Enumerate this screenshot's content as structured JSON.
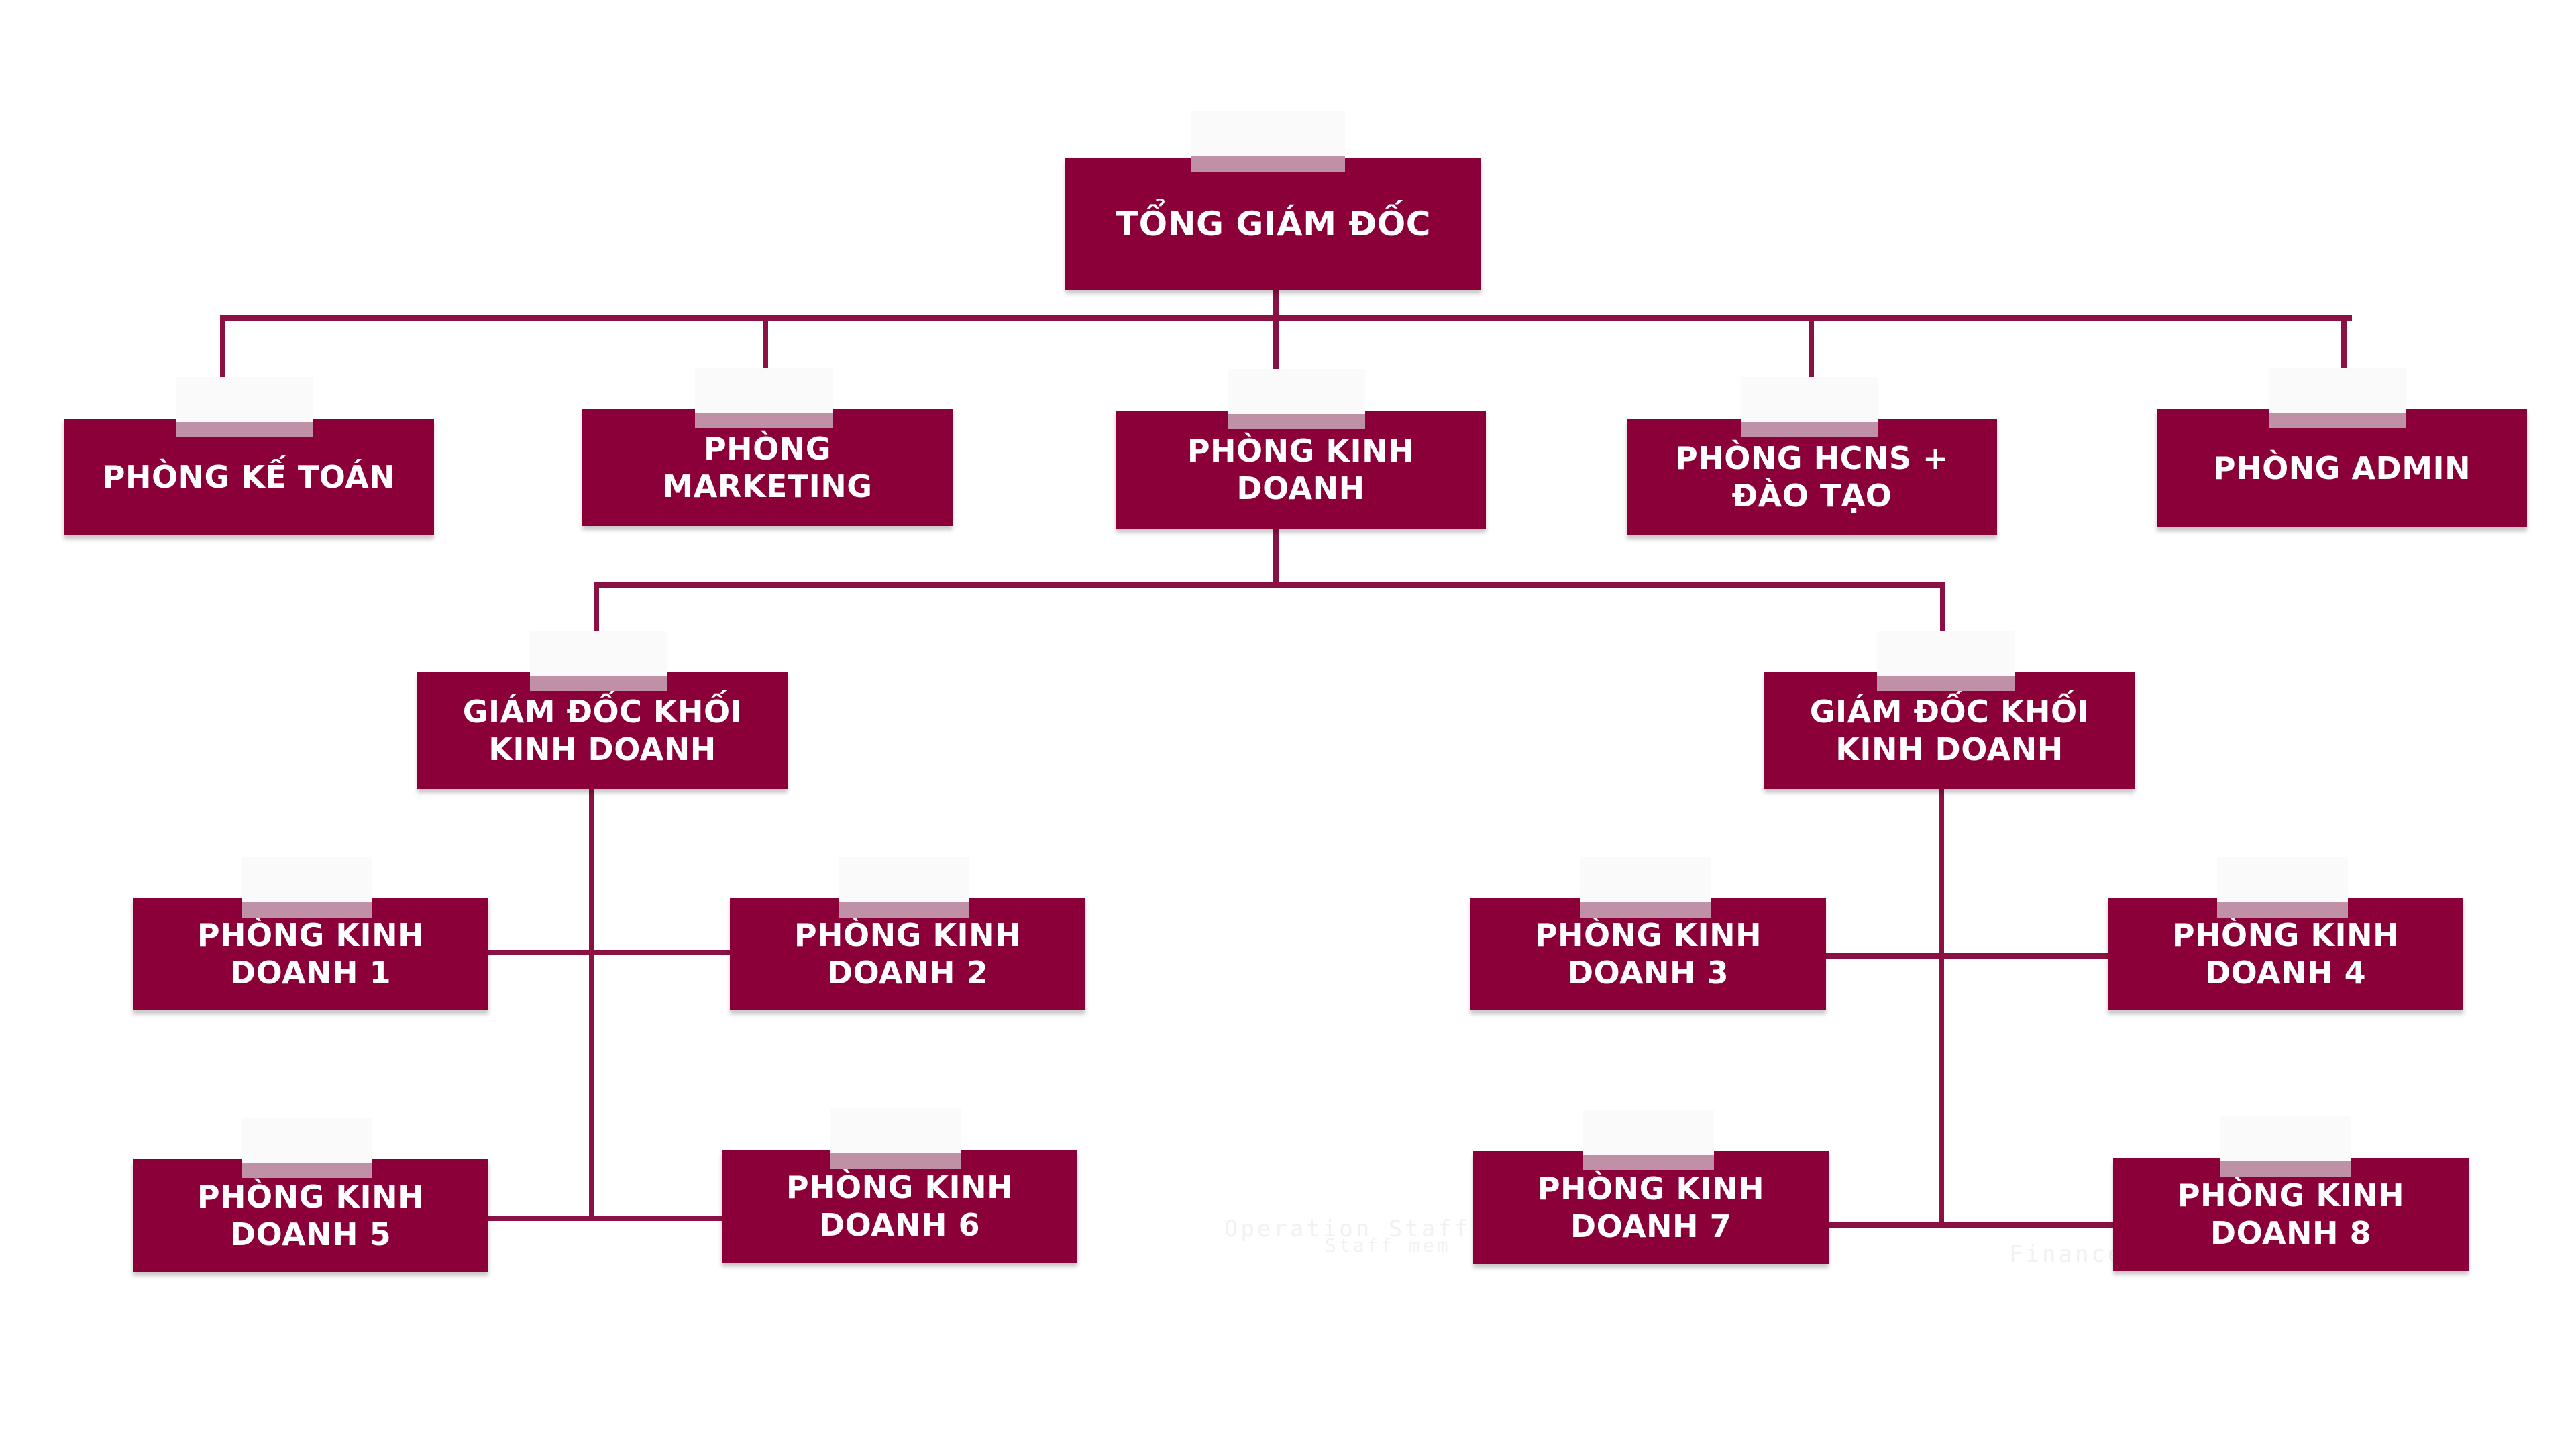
{
  "colors": {
    "box_fill": "#8b0038",
    "connector": "#8b1144",
    "tape_top": "#fafafa",
    "tape_band": "#c090a6"
  },
  "nodes": {
    "ceo": "TỔNG GIÁM ĐỐC",
    "accounting": "PHÒNG KẾ TOÁN",
    "marketing": "PHÒNG\nMARKETING",
    "sales": "PHÒNG KINH\nDOANH",
    "hr_training": "PHÒNG HCNS +\nĐÀO TẠO",
    "admin": "PHÒNG ADMIN",
    "sales_director_left": "GIÁM ĐỐC KHỐI\nKINH DOANH",
    "sales_director_right": "GIÁM ĐỐC KHỐI\nKINH DOANH",
    "sales_dept_1": "PHÒNG KINH\nDOANH 1",
    "sales_dept_2": "PHÒNG KINH\nDOANH 2",
    "sales_dept_3": "PHÒNG KINH\nDOANH 3",
    "sales_dept_4": "PHÒNG KINH\nDOANH 4",
    "sales_dept_5": "PHÒNG KINH\nDOANH 5",
    "sales_dept_6": "PHÒNG KINH\nDOANH 6",
    "sales_dept_7": "PHÒNG KINH\nDOANH 7",
    "sales_dept_8": "PHÒNG KINH\nDOANH 8"
  },
  "ghost_text": {
    "operation_staff": "Operation Staff",
    "staff_mem": "Staff mem",
    "finance": "Finance"
  }
}
